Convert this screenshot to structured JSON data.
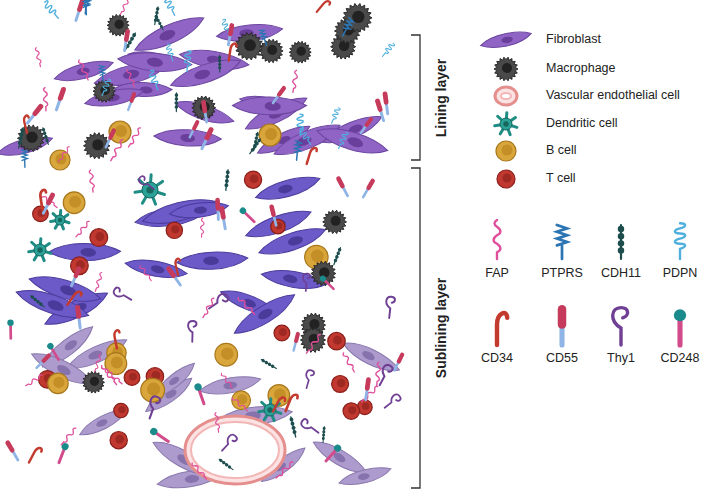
{
  "diagram": {
    "labels": [
      "Lining layer",
      "Sublining layer"
    ],
    "legend": [
      {
        "text": "Fibroblast"
      },
      {
        "text": "Macrophage"
      },
      {
        "text": "Vascular endothelial cell"
      },
      {
        "text": "Dendritic cell"
      },
      {
        "text": "B cell"
      },
      {
        "text": "T cell"
      },
      {
        "text": "FAP"
      },
      {
        "text": "PTPRS"
      },
      {
        "text": "CDH11"
      },
      {
        "text": "PDPN"
      },
      {
        "text": "CD34"
      },
      {
        "text": "CD55"
      },
      {
        "text": "Thy1"
      },
      {
        "text": "CD248"
      }
    ]
  }
}
